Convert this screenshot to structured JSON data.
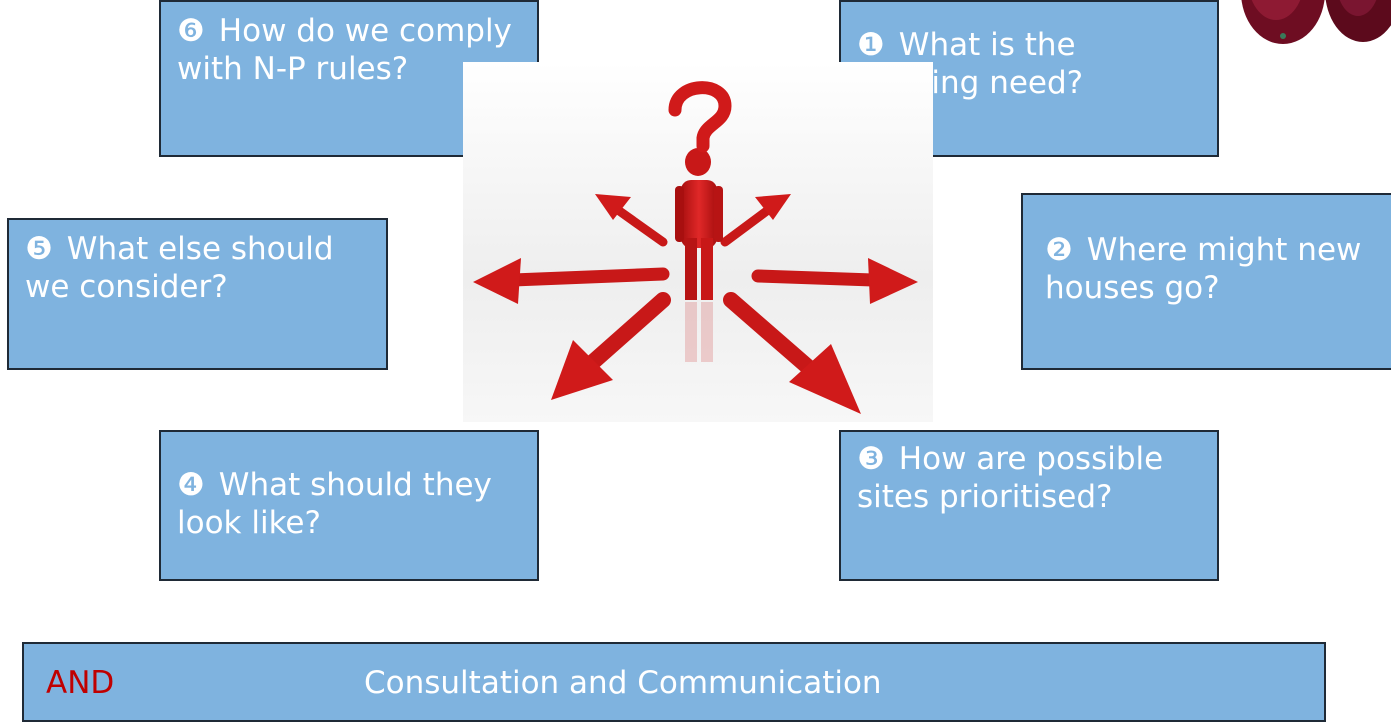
{
  "boxes": {
    "q1": {
      "num": "❶",
      "text": "What is the housing need?"
    },
    "q2": {
      "num": "❷",
      "text": "Where might new houses go?"
    },
    "q3": {
      "num": "❸",
      "text": "How are possible sites prioritised?"
    },
    "q4": {
      "num": "❹",
      "text": "What  should they look like?"
    },
    "q5": {
      "num": "❺",
      "text": "What else should we consider?"
    },
    "q6": {
      "num": "❻",
      "text": "How do we comply with N-P rules?"
    }
  },
  "footer": {
    "and": "AND",
    "topic": "Consultation and Communication"
  },
  "colors": {
    "box_fill": "#7fb3df",
    "box_border": "#1f2a36",
    "arrow_red": "#d01a1a",
    "and_text": "#c00000"
  }
}
